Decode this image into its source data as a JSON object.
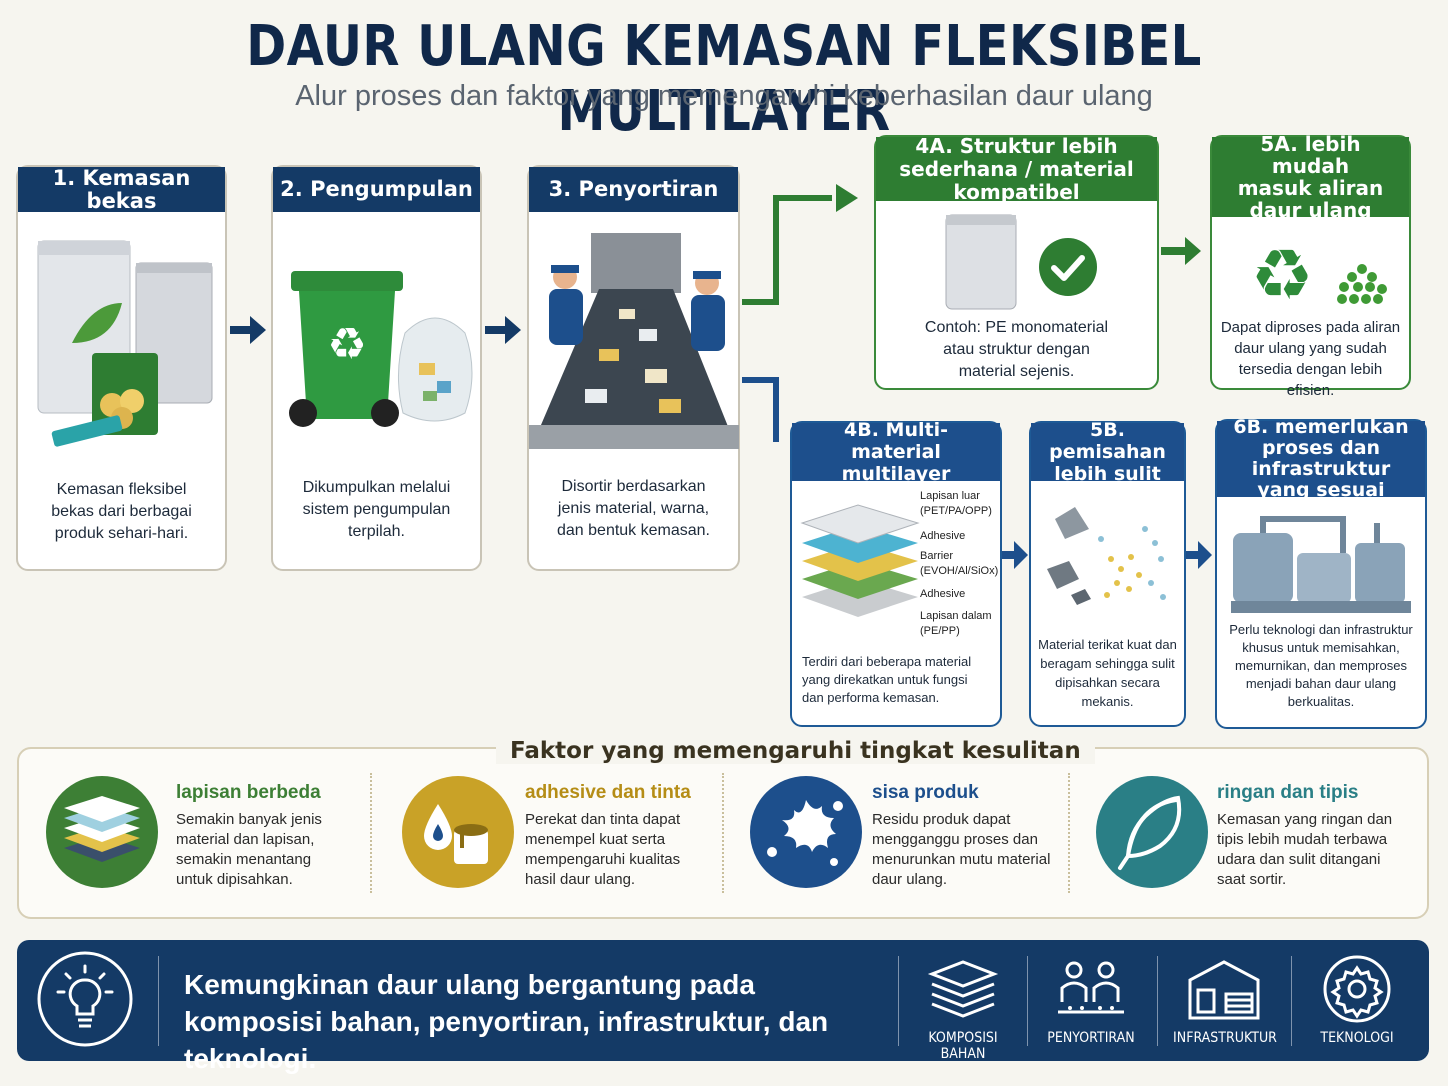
{
  "title": "DAUR ULANG KEMASAN FLEKSIBEL MULTILAYER",
  "subtitle": "Alur proses dan faktor yang memengaruhi keberhasilan daur ulang",
  "steps": [
    {
      "title": "1. Kemasan bekas",
      "text": "Kemasan fleksibel bekas dari berbagai produk sehari-hari."
    },
    {
      "title": "2. Pengumpulan",
      "text": "Dikumpulkan melalui sistem pengumpulan terpilah."
    },
    {
      "title": "3. Penyortiran",
      "text": "Disortir berdasarkan jenis material, warna, dan bentuk kemasan."
    }
  ],
  "path_a": [
    {
      "title": "4A. Struktur lebih sederhana / material kompatibel",
      "text": "Contoh: PE monomaterial atau struktur dengan material sejenis."
    },
    {
      "title": "5A. lebih mudah masuk aliran daur ulang",
      "text": "Dapat diproses pada aliran daur ulang yang sudah tersedia dengan lebih efisien."
    }
  ],
  "path_b": [
    {
      "title": "4B. Multi-material multilayer",
      "text": "Terdiri dari beberapa material yang direkatkan untuk fungsi dan performa kemasan."
    },
    {
      "title": "5B. pemisahan lebih sulit",
      "text": "Material terikat kuat dan beragam sehingga sulit dipisahkan secara mekanis."
    },
    {
      "title": "6B. memerlukan proses dan infrastruktur yang sesuai",
      "text": "Perlu teknologi dan infrastruktur khusus untuk memisahkan, memurnikan, dan memproses menjadi bahan daur ulang berkualitas."
    }
  ],
  "layers": [
    "Lapisan luar (PET/PA/OPP)",
    "Adhesive",
    "Barrier (EVOH/Al/SiOx)",
    "Adhesive",
    "Lapisan dalam (PE/PP)"
  ],
  "factors_title": "Faktor yang memengaruhi tingkat kesulitan",
  "factors": [
    {
      "title": "lapisan berbeda",
      "text": "Semakin banyak jenis material dan lapisan, semakin menantang untuk dipisahkan.",
      "color": "#3d7f35",
      "icon": "layers-icon"
    },
    {
      "title": "adhesive dan tinta",
      "text": "Perekat dan tinta dapat menempel kuat serta mempengaruhi kualitas hasil daur ulang.",
      "color": "#c9a227",
      "icon": "ink-drop-icon"
    },
    {
      "title": "sisa produk",
      "text": "Residu produk dapat mengganggu proses dan menurunkan mutu material daur ulang.",
      "color": "#1d4f8c",
      "icon": "splash-icon"
    },
    {
      "title": "ringan dan tipis",
      "text": "Kemasan yang ringan dan tipis lebih mudah terbawa udara dan sulit ditangani saat sortir.",
      "color": "#2a7f86",
      "icon": "feather-icon"
    }
  ],
  "footer": {
    "text": "Kemungkinan daur ulang bergantung pada komposisi bahan, penyortiran, infrastruktur, dan teknologi.",
    "icons": [
      {
        "label": "KOMPOSISI BAHAN",
        "icon": "layers-outline-icon"
      },
      {
        "label": "PENYORTIRAN",
        "icon": "people-sorting-icon"
      },
      {
        "label": "INFRASTRUKTUR",
        "icon": "factory-icon"
      },
      {
        "label": "TEKNOLOGI",
        "icon": "gear-icon"
      }
    ]
  },
  "colors": {
    "navy": "#143a66",
    "green": "#2e7d32",
    "blue": "#1d4f8c",
    "gold": "#c9a227",
    "teal": "#2a7f86"
  }
}
